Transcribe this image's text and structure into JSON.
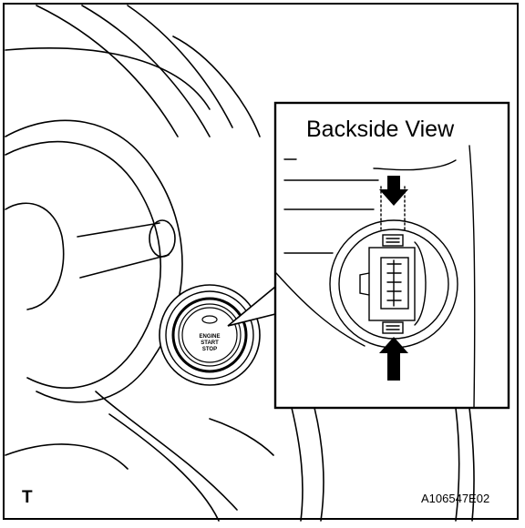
{
  "inset": {
    "title": "Backside View"
  },
  "button": {
    "line1": "ENGINE",
    "line2": "START",
    "line3": "STOP"
  },
  "labels": {
    "corner": "T",
    "figure_id": "A106547E02"
  },
  "icons": [
    "arrow-down-icon",
    "arrow-up-icon"
  ]
}
